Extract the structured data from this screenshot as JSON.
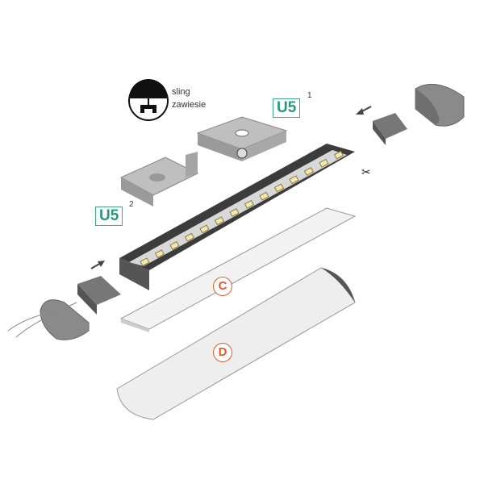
{
  "legend": {
    "line1": "sling",
    "line2": "zawiesie"
  },
  "labels": {
    "u5_top": "U5",
    "u5_top_sup": "1",
    "u5_left": "U5",
    "u5_left_sup": "2",
    "cover_c": "C",
    "diffuser_d": "D"
  },
  "colors": {
    "accent_green": "#3aaa8a",
    "accent_orange": "#e05a2a"
  }
}
